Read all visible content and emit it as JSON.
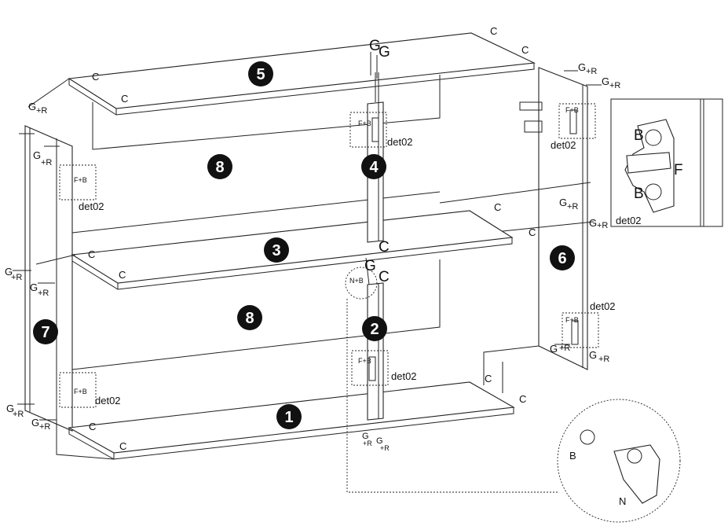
{
  "parts": [
    {
      "id": "p1",
      "label": "1"
    },
    {
      "id": "p2",
      "label": "2"
    },
    {
      "id": "p3",
      "label": "3"
    },
    {
      "id": "p4",
      "label": "4"
    },
    {
      "id": "p5",
      "label": "5"
    },
    {
      "id": "p6",
      "label": "6"
    },
    {
      "id": "p7",
      "label": "7"
    },
    {
      "id": "p8a",
      "label": "8"
    },
    {
      "id": "p8b",
      "label": "8"
    }
  ],
  "hardware": {
    "C": "C",
    "G": "G",
    "R": "R",
    "G_plus_R": "G",
    "plus_R": "+R",
    "F_plus_B": "F+B",
    "N_plus_B": "N+B",
    "B": "B",
    "F": "F",
    "N": "N"
  },
  "callouts": {
    "det02": "det02"
  }
}
